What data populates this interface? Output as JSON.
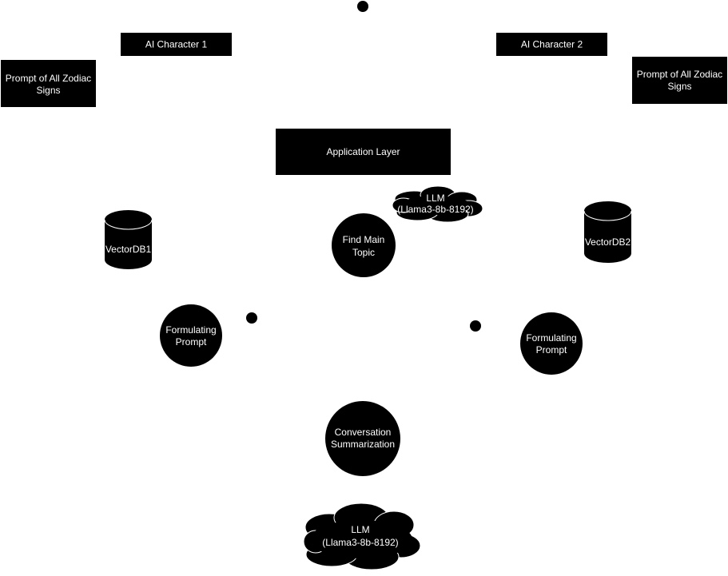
{
  "diagram": {
    "colors": {
      "node_fill": "#000000",
      "node_text": "#ffffff",
      "background": "#ffffff",
      "cloud_outline": "#ffffff"
    },
    "nodes": {
      "ai_character_1": {
        "label": "AI Character 1"
      },
      "ai_character_2": {
        "label": "AI Character 2"
      },
      "prompt_left": {
        "label_line1": "Prompt of All Zodiac",
        "label_line2": "Signs"
      },
      "prompt_right": {
        "label_line1": "Prompt of All Zodiac",
        "label_line2": "Signs"
      },
      "application_layer": {
        "label": "Application Layer"
      },
      "llm_top": {
        "label_line1": "LLM",
        "label_line2": "(Llama3-8b-8192)"
      },
      "vectordb1": {
        "label": "VectorDB1"
      },
      "vectordb2": {
        "label": "VectorDB2"
      },
      "find_main_topic": {
        "label_line1": "Find Main",
        "label_line2": "Topic"
      },
      "formulating_prompt_left": {
        "label_line1": "Formulating",
        "label_line2": "Prompt"
      },
      "formulating_prompt_right": {
        "label_line1": "Formulating",
        "label_line2": "Prompt"
      },
      "conversation_summarization": {
        "label_line1": "Conversation",
        "label_line2": "Summarization"
      },
      "llm_bottom": {
        "label_line1": "LLM",
        "label_line2": "(Llama3-8b-8192)"
      }
    }
  }
}
